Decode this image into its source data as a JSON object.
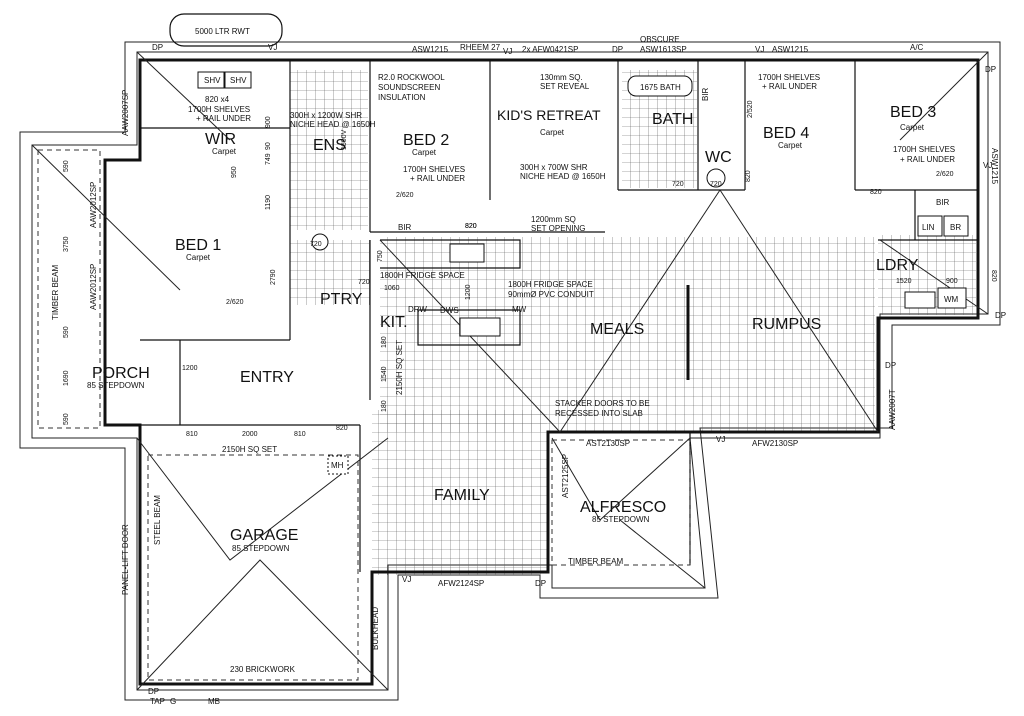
{
  "tank": {
    "label": "5000 LTR RWT"
  },
  "rooms": {
    "wir": "WIR",
    "ens": "ENS",
    "bed1": "BED 1",
    "bed2": "BED 2",
    "kids": "KID'S RETREAT",
    "bath": "BATH",
    "wc": "WC",
    "bed4": "BED 4",
    "bed3": "BED 3",
    "lin": "LIN",
    "br": "BR",
    "bir": "BIR",
    "ldry": "LDRY",
    "pty": "PTRY",
    "kit": "KIT.",
    "meals": "MEALS",
    "rumpus": "RUMPUS",
    "porch": "PORCH",
    "entry": "ENTRY",
    "family": "FAMILY",
    "garage": "GARAGE",
    "alfresco": "ALFRESCO"
  },
  "finishes": {
    "carpet": "Carpet",
    "stepdown": "85 STEPDOWN"
  },
  "labels": {
    "dp": "DP",
    "vj": "VJ",
    "aw1215": "ASW1215",
    "rheem": "RHEEM 27",
    "afw0421": "2x AFW0421SP",
    "obscure": "OBSCURE",
    "asw1613": "ASW1613SP",
    "ac": "A/C",
    "aaw2007": "AAW2007SP",
    "aaw2012a": "AAW2012SP",
    "aaw2012b": "AAW2012SP",
    "timber_beam": "TIMBER BEAM",
    "shelves_wir": "1700H SHELVES",
    "rail_under": "+ RAIL UNDER",
    "x4": "820 x4",
    "shv": "SHV",
    "ens_niche1": "300H x 1200W SHR",
    "ens_niche2": "NICHE HEAD @ 1650H",
    "insul1": "R2.0 ROCKWOOL",
    "insul2": "SOUNDSCREEN",
    "insul3": "INSULATION",
    "reveal1": "130mm SQ.",
    "reveal2": "SET REVEAL",
    "kids_niche1": "300H x 700W SHR",
    "kids_niche2": "NICHE HEAD @ 1650H",
    "bath_1675": "1675 BATH",
    "opening1": "1200mm SQ",
    "opening2": "SET OPENING",
    "fridge1": "1800H FRIDGE SPACE",
    "fridge2": "1800H FRIDGE SPACE",
    "conduit": "90mmØ PVC CONDUIT",
    "drw": "DRW",
    "dws": "DWS",
    "mw": "MW",
    "stacker1": "STACKER DOORS TO BE",
    "stacker2": "RECESSED INTO SLAB",
    "aaw2007t": "AAW2007T",
    "afw2130": "AFW2130SP",
    "ast2130": "AST2130SP",
    "ast2125": "AST2125SP",
    "afw2124": "AFW2124SP",
    "bulkhead": "BULKHEAD",
    "steel_beam": "STEEL BEAM",
    "panel_door": "PANEL-LIFT DOOR",
    "set_2150": "2150H SQ SET",
    "sq_set": "2150H SQ SET",
    "brickwork": "230 BRICKWORK",
    "mh": "MH",
    "tap": "TAP",
    "g": "G",
    "mb": "MB",
    "wm": "WM",
    "asw1215r": "ASW1215"
  },
  "dims": {
    "d820": "820",
    "d900": "900",
    "d90": "90",
    "d749": "749",
    "d1190": "1190",
    "d590": "590",
    "d3750": "3750",
    "d1690": "1690",
    "d1200": "1200",
    "d2620": "2/620",
    "d720": "720",
    "d1060": "1060",
    "d2790": "2790",
    "d810": "810",
    "d2000": "2000",
    "d1540": "1540",
    "d180": "180",
    "d750": "750",
    "d1520": "1520",
    "d2520": "2/520",
    "d1500": "1500V",
    "d950": "950"
  }
}
